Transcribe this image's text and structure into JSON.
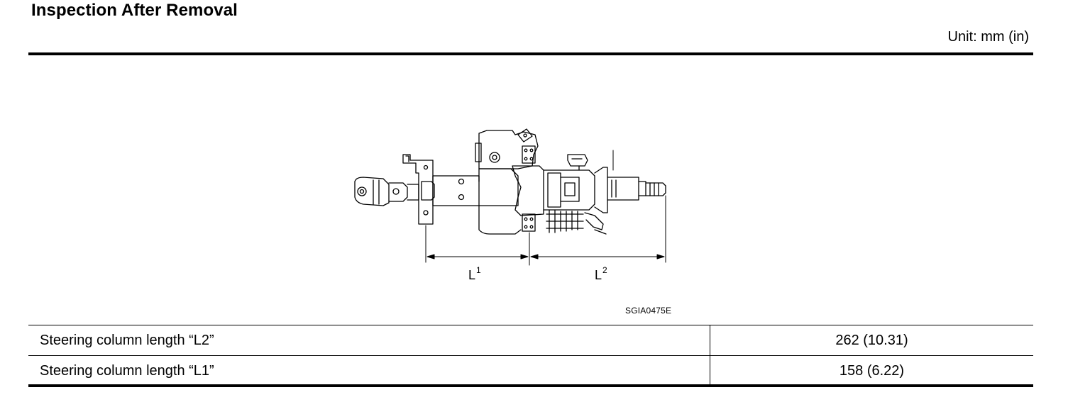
{
  "header": {
    "title": "Inspection After Removal",
    "unit": "Unit: mm (in)"
  },
  "figure": {
    "id": "SGIA0475E",
    "dimension_labels": {
      "l1": "L",
      "l1_sup": "1",
      "l2": "L",
      "l2_sup": "2"
    }
  },
  "table": {
    "rows": [
      {
        "item": "Steering column length “L2”",
        "value": "262 (10.31)"
      },
      {
        "item": "Steering column length “L1”",
        "value": "158 (6.22)"
      }
    ]
  }
}
